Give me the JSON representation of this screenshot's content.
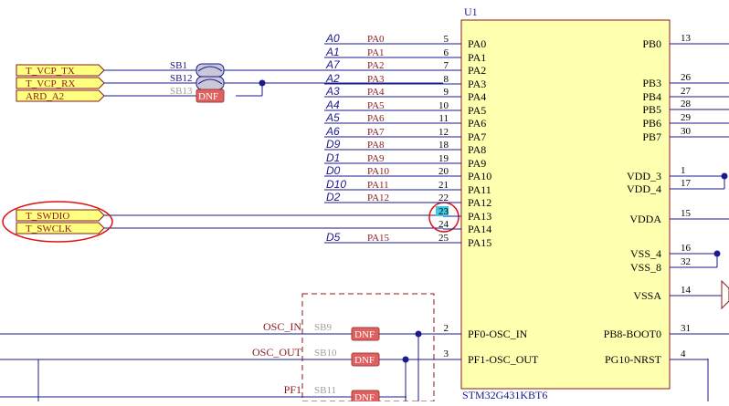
{
  "schematic": {
    "component": {
      "ref": "U1",
      "part": "STM32G431KBT6"
    },
    "ports": [
      "T_VCP_TX",
      "T_VCP_RX",
      "ARD_A2",
      "T_SWDIO",
      "T_SWCLK"
    ],
    "jumpers": [
      {
        "ref": "SB1",
        "dnf": ""
      },
      {
        "ref": "SB12",
        "dnf": ""
      },
      {
        "ref": "SB13",
        "dnf": "DNF"
      }
    ],
    "left_pins": [
      {
        "alias": "A0",
        "net": "PA0",
        "num": "5",
        "name": "PA0"
      },
      {
        "alias": "A1",
        "net": "PA1",
        "num": "6",
        "name": "PA1"
      },
      {
        "alias": "A7",
        "net": "PA2",
        "num": "7",
        "name": "PA2"
      },
      {
        "alias": "A2",
        "net": "PA3",
        "num": "8",
        "name": "PA3"
      },
      {
        "alias": "A3",
        "net": "PA4",
        "num": "9",
        "name": "PA4"
      },
      {
        "alias": "A4",
        "net": "PA5",
        "num": "10",
        "name": "PA5"
      },
      {
        "alias": "A5",
        "net": "PA6",
        "num": "11",
        "name": "PA6"
      },
      {
        "alias": "A6",
        "net": "PA7",
        "num": "12",
        "name": "PA7"
      },
      {
        "alias": "D9",
        "net": "PA8",
        "num": "18",
        "name": "PA8"
      },
      {
        "alias": "D1",
        "net": "PA9",
        "num": "19",
        "name": "PA9"
      },
      {
        "alias": "D0",
        "net": "PA10",
        "num": "20",
        "name": "PA10"
      },
      {
        "alias": "D10",
        "net": "PA11",
        "num": "21",
        "name": "PA11"
      },
      {
        "alias": "D2",
        "net": "PA12",
        "num": "22",
        "name": "PA12"
      },
      {
        "alias": "",
        "net": "",
        "num": "23",
        "name": "PA13"
      },
      {
        "alias": "",
        "net": "",
        "num": "24",
        "name": "PA14"
      },
      {
        "alias": "D5",
        "net": "PA15",
        "num": "25",
        "name": "PA15"
      }
    ],
    "osc_pins": [
      {
        "net": "OSC_IN",
        "jumper": "SB9",
        "dnf": "DNF",
        "num": "2",
        "name": "PF0-OSC_IN"
      },
      {
        "net": "OSC_OUT",
        "jumper": "SB10",
        "dnf": "DNF",
        "num": "3",
        "name": "PF1-OSC_OUT"
      },
      {
        "net": "PF1",
        "jumper": "SB11",
        "dnf": "DNF",
        "num": "",
        "name": ""
      }
    ],
    "right_pins": [
      {
        "num": "13",
        "name": "PB0"
      },
      {
        "num": "26",
        "name": "PB3"
      },
      {
        "num": "27",
        "name": "PB4"
      },
      {
        "num": "28",
        "name": "PB5"
      },
      {
        "num": "29",
        "name": "PB6"
      },
      {
        "num": "30",
        "name": "PB7"
      },
      {
        "num": "1",
        "name": "VDD_3"
      },
      {
        "num": "17",
        "name": "VDD_4"
      },
      {
        "num": "15",
        "name": "VDDA"
      },
      {
        "num": "16",
        "name": "VSS_4"
      },
      {
        "num": "32",
        "name": "VSS_8"
      },
      {
        "num": "14",
        "name": "VSSA"
      },
      {
        "num": "31",
        "name": "PB8-BOOT0"
      },
      {
        "num": "4",
        "name": "PG10-NRST"
      }
    ],
    "colors": {
      "wire": "#1a1a8c",
      "net_label": "#8b1a1a",
      "chip_fill": "#ffffb0",
      "chip_border": "#8b1a1a",
      "highlight": "#e01010",
      "dnf_fill": "#e06060",
      "gray_text": "#a0a0a0",
      "port_fill": "#ffff80"
    }
  }
}
